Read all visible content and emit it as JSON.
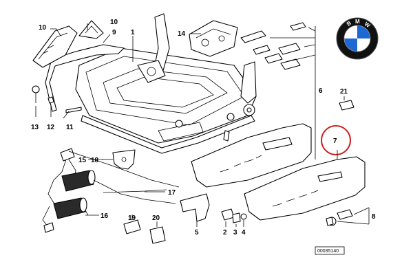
{
  "callouts": {
    "p1": "1",
    "p2": "2",
    "p3": "3",
    "p4": "4",
    "p5": "5",
    "p6": "6",
    "p7": "7",
    "p8": "8",
    "p9": "9",
    "p10a": "10",
    "p10b": "10",
    "p11": "11",
    "p12": "12",
    "p13": "13",
    "p14": "14",
    "p15": "15",
    "p16": "16",
    "p17": "17",
    "p18": "18",
    "p19": "19",
    "p20": "20",
    "p21": "21"
  },
  "highlight": {
    "part": "7",
    "color": "#cc1f1f"
  },
  "logo": {
    "brand": "BMW",
    "colors": {
      "blue": "#1c69d4",
      "white": "#ffffff",
      "ring": "#111111"
    }
  },
  "diagram_code": "00035140"
}
